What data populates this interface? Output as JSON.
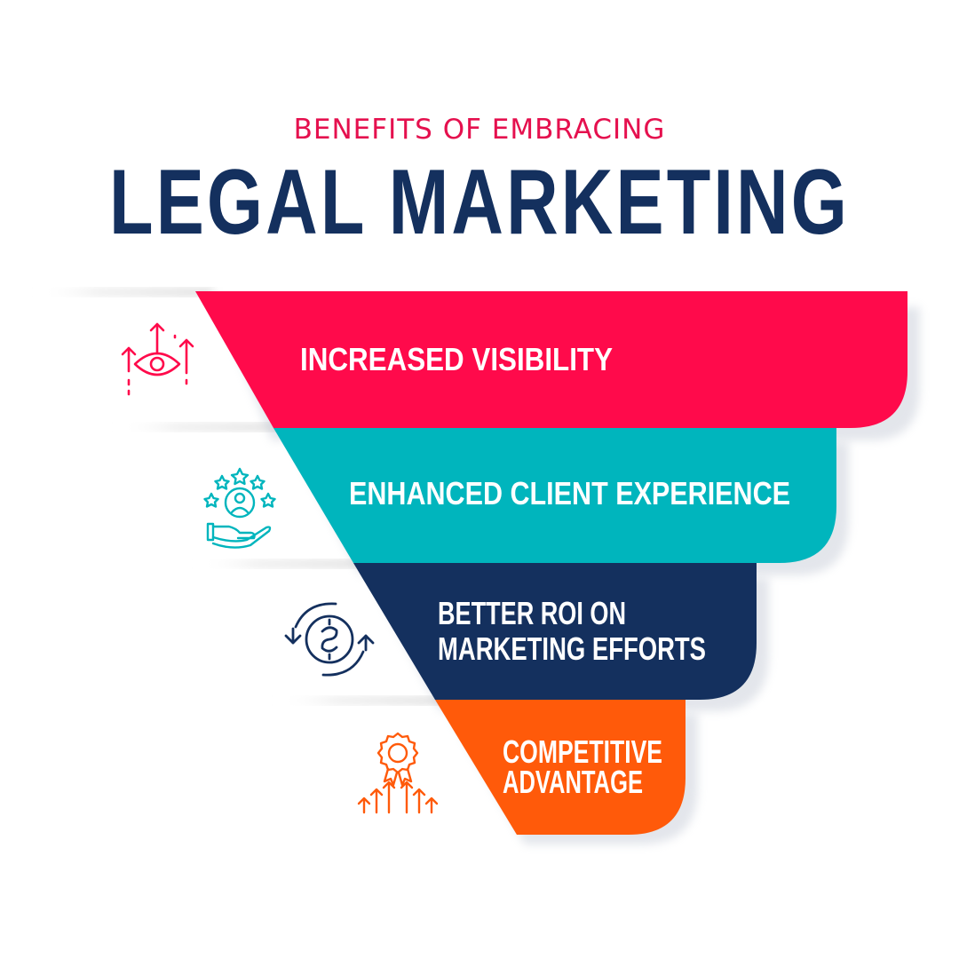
{
  "header": {
    "subtitle": "BENEFITS OF EMBRACING",
    "title": "LEGAL MARKETING"
  },
  "colors": {
    "title": "#14305e",
    "subtitle": "#e5104e",
    "visibility": "#ff0a4b",
    "experience": "#00b5bd",
    "roi": "#14305e",
    "advantage": "#ff5a0a"
  },
  "benefits": [
    {
      "lines": [
        "INCREASED VISIBILITY"
      ],
      "icon": "eye-arrows-icon"
    },
    {
      "lines": [
        "ENHANCED CLIENT EXPERIENCE"
      ],
      "icon": "hand-user-stars-icon"
    },
    {
      "lines": [
        "BETTER ROI ON",
        "MARKETING EFFORTS"
      ],
      "icon": "dollar-cycle-icon"
    },
    {
      "lines": [
        "COMPETITIVE",
        "ADVANTAGE"
      ],
      "icon": "award-arrows-icon"
    }
  ]
}
